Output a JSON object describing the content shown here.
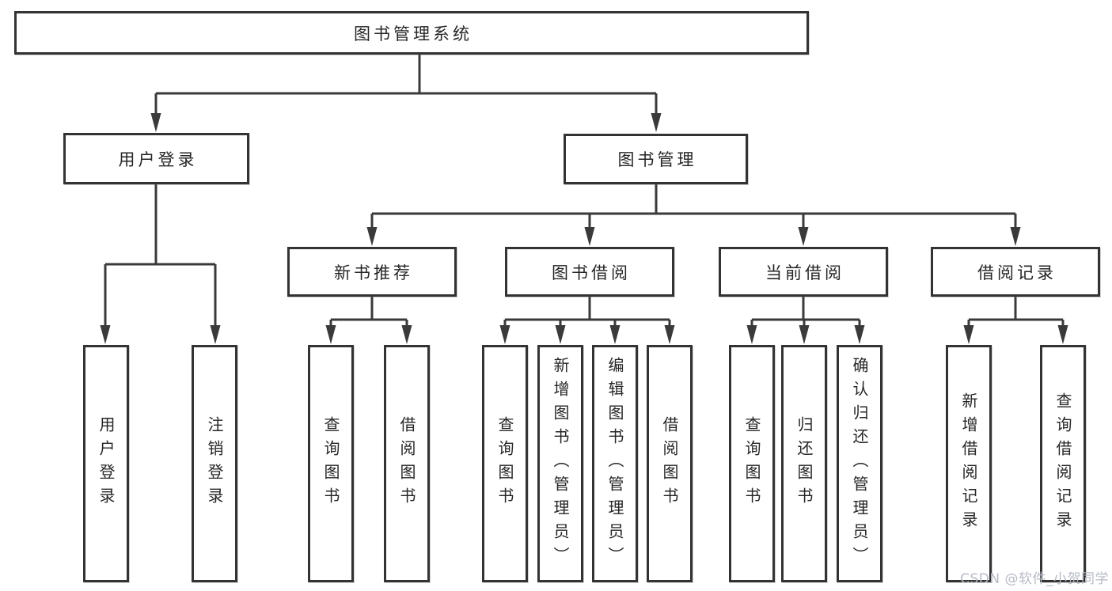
{
  "diagram": {
    "root": "图书管理系统",
    "level2": {
      "user_login": "用户登录",
      "book_management": "图书管理"
    },
    "level3": {
      "new_book_recommend": "新书推荐",
      "book_borrow": "图书借阅",
      "current_borrow": "当前借阅",
      "borrow_records": "借阅记录"
    },
    "leaves": {
      "user_login": [
        "用户登录",
        "注销登录"
      ],
      "new_book_recommend": [
        "查询图书",
        "借阅图书"
      ],
      "book_borrow": [
        "查询图书",
        "新增图书（管理员）",
        "编辑图书（管理员）",
        "借阅图书"
      ],
      "current_borrow": [
        "查询图书",
        "归还图书",
        "确认归还（管理员）"
      ],
      "borrow_records": [
        "新增借阅记录",
        "查询借阅记录"
      ]
    }
  },
  "watermark": "CSDN @软件_小贺同学",
  "colors": {
    "line": "#3a3a3a",
    "box_border": "#333333",
    "text": "#262626",
    "watermark": "#b6bbc5",
    "background": "#ffffff"
  }
}
